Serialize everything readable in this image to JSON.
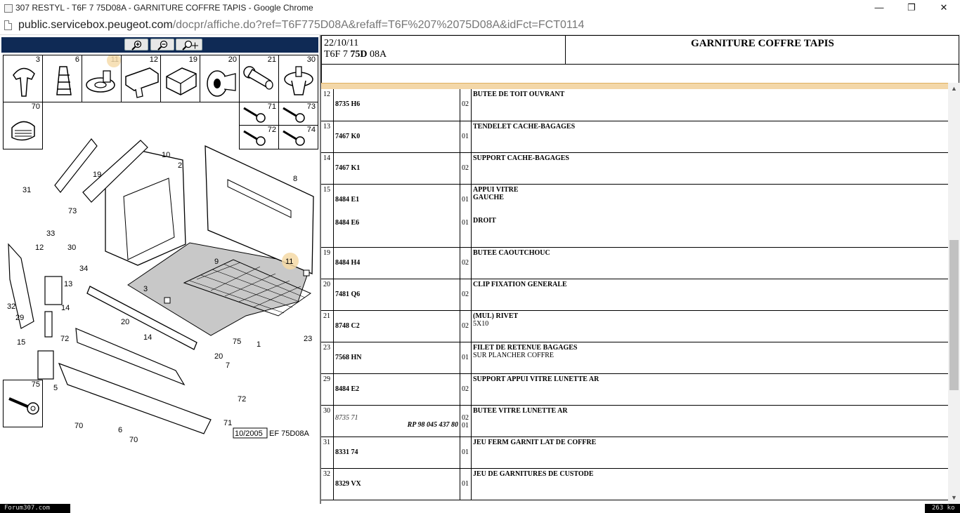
{
  "window": {
    "title": "307 RESTYL - T6F 7 75D08A - GARNITURE COFFRE TAPIS - Google Chrome",
    "minimize": "—",
    "maximize": "❐",
    "close": "✕"
  },
  "address": {
    "host": "public.servicebox.peugeot.com",
    "path": "/docpr/affiche.do?ref=T6F775D08A&refaff=T6F%207%2075D08A&idFct=FCT0114"
  },
  "diagram": {
    "part_box_numbers": [
      "3",
      "6",
      "11",
      "12",
      "19",
      "20",
      "21",
      "30",
      "70",
      "71",
      "72",
      "73",
      "74",
      "75"
    ],
    "callouts": [
      "10",
      "2",
      "19",
      "31",
      "73",
      "8",
      "33",
      "12",
      "30",
      "34",
      "13",
      "9",
      "11",
      "3",
      "32",
      "14",
      "20",
      "29",
      "14",
      "75",
      "1",
      "23",
      "15",
      "72",
      "20",
      "7",
      "5",
      "72",
      "70",
      "6",
      "70",
      "71"
    ],
    "stamp": "10/2005",
    "code": "EF 75D08A"
  },
  "header": {
    "date": "22/10/11",
    "ref_prefix": "T6F 7 ",
    "ref_bold": "75D",
    "ref_suffix": " 08A",
    "title": "GARNITURE COFFRE TAPIS"
  },
  "rows": [
    {
      "num": "12",
      "ref": "8735 H6",
      "qty": "02",
      "desc": "BUTEE DE TOIT OUVRANT"
    },
    {
      "num": "13",
      "ref": "7467 K0",
      "qty": "01",
      "desc": "TENDELET CACHE-BAGAGES"
    },
    {
      "num": "14",
      "ref": "7467 K1",
      "qty": "02",
      "desc": "SUPPORT CACHE-BAGAGES"
    },
    {
      "num": "15",
      "ref": "8484 E1",
      "qty": "01",
      "desc": "APPUI VITRE",
      "desc2": "GAUCHE",
      "ref_b": "8484 E6",
      "qty_b": "01",
      "desc_b": "DROIT"
    },
    {
      "num": "19",
      "ref": "8484 H4",
      "qty": "02",
      "desc": "BUTEE CAOUTCHOUC"
    },
    {
      "num": "20",
      "ref": "7481 Q6",
      "qty": "02",
      "desc": "CLIP FIXATION GENERALE"
    },
    {
      "num": "21",
      "ref": "8748 C2",
      "qty": "02",
      "desc": "(MUL) RIVET",
      "sub": "5X10"
    },
    {
      "num": "23",
      "ref": "7568 HN",
      "qty": "01",
      "desc": "FILET DE RETENUE BAGAGES",
      "sub": "SUR PLANCHER COFFRE"
    },
    {
      "num": "29",
      "ref": "8484 E2",
      "qty": "02",
      "desc": "SUPPORT APPUI VITRE LUNETTE AR"
    },
    {
      "num": "30",
      "ref": "8735 71",
      "qty": "02",
      "desc": "BUTEE VITRE LUNETTE AR",
      "rp": "RP 98 045 437 80",
      "qty_rp": "01"
    },
    {
      "num": "31",
      "ref": "8331 74",
      "qty": "01",
      "desc": "JEU FERM GARNIT LAT DE COFFRE"
    },
    {
      "num": "32",
      "ref": "8329 VX",
      "qty": "01",
      "desc": "JEU DE GARNITURES DE CUSTODE"
    }
  ],
  "status": {
    "left": "Forum307.com",
    "right": "263 ko"
  }
}
